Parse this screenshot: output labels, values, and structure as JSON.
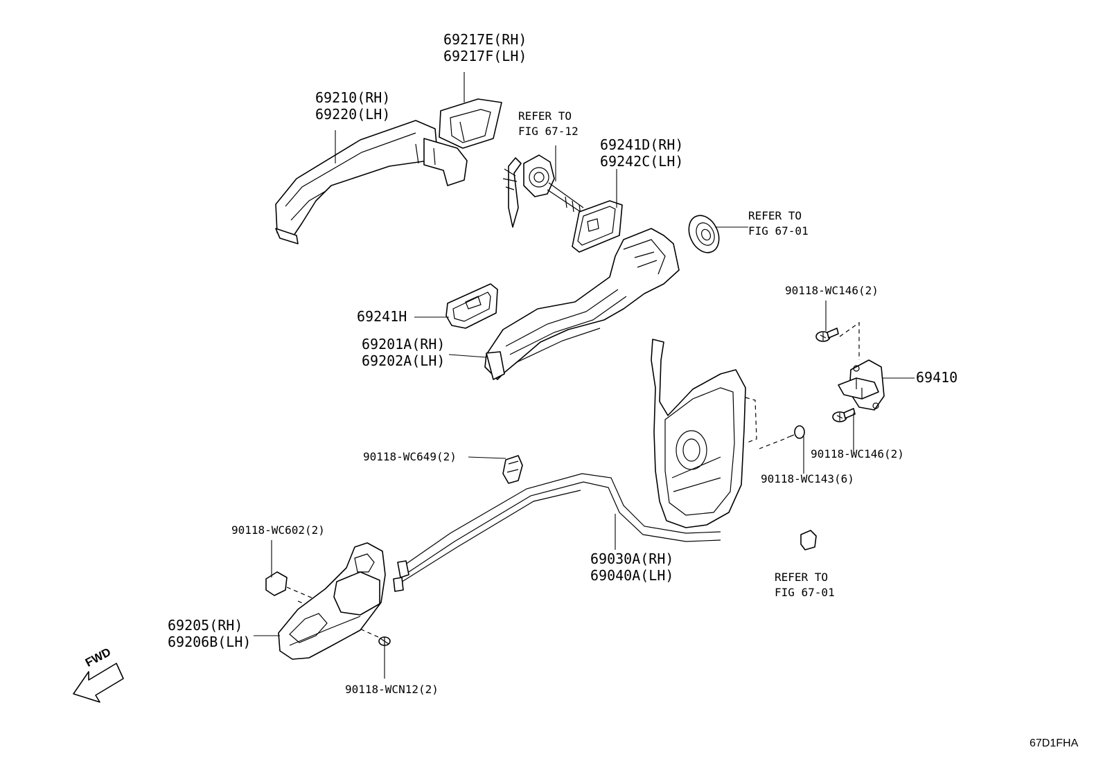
{
  "labels": {
    "cap_rh": "69217E(RH)",
    "cap_lh": "69217F(LH)",
    "handle_rh": "69210(RH)",
    "handle_lh": "69220(LH)",
    "refer_cyl_1": "REFER TO",
    "refer_cyl_2": "FIG 67-12",
    "gasket_rh": "69241D(RH)",
    "gasket_lh": "69242C(LH)",
    "refer_grom_1": "REFER TO",
    "refer_grom_2": "FIG 67-01",
    "pad": "69241H",
    "frame_rh": "69201A(RH)",
    "frame_lh": "69202A(LH)",
    "screw_top": "90118-WC146(2)",
    "striker": "69410",
    "screw_bottom": "90118-WC146(2)",
    "clip": "90118-WC649(2)",
    "screw_lock": "90118-WC143(6)",
    "lock_rh": "69030A(RH)",
    "lock_lh": "69040A(LH)",
    "plug": "90118-WC602(2)",
    "refer_plug_1": "REFER TO",
    "refer_plug_2": "FIG 67-01",
    "inner_rh": "69205(RH)",
    "inner_lh": "69206B(LH)",
    "screw_inner": "90118-WCN12(2)",
    "fwd": "FWD",
    "figure_id": "67D1FHA"
  }
}
